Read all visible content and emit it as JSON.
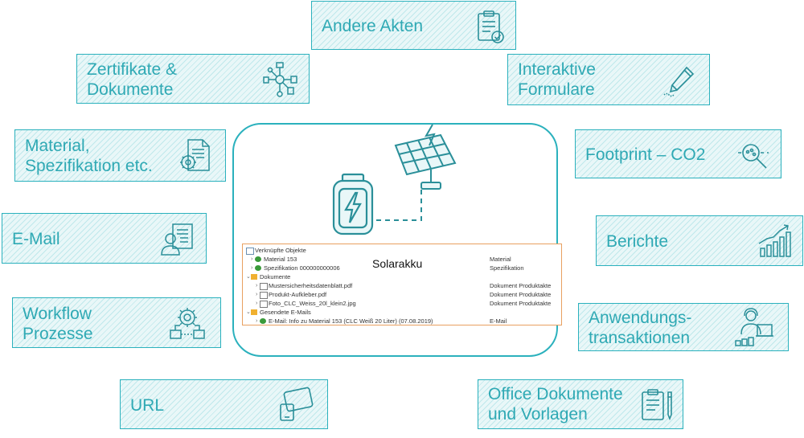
{
  "boxes": {
    "andere_akten": "Andere Akten",
    "zertifikate": "Zertifikate &\nDokumente",
    "interaktive": "Interaktive\nFormulare",
    "material": "Material,\nSpezifikation etc.",
    "footprint": "Footprint – CO2",
    "email": "E-Mail",
    "berichte": "Berichte",
    "workflow": "Workflow\nProzesse",
    "anwendung": "Anwendungs-\ntransaktionen",
    "url": "URL",
    "office": "Office Dokumente\nund Vorlagen"
  },
  "center": {
    "title": "Solarakku",
    "rows": [
      {
        "name": "Verknüpfte Objekte",
        "type": ""
      },
      {
        "name": "Material 153",
        "type": "Material"
      },
      {
        "name": "Spezifikation 000000000006",
        "type": "Spezifikation"
      },
      {
        "name": "Dokumente",
        "type": ""
      },
      {
        "name": "Mustersicherheitsdatenblatt.pdf",
        "type": "Dokument Produktakte"
      },
      {
        "name": "Produkt-Aufkleber.pdf",
        "type": "Dokument Produktakte"
      },
      {
        "name": "Foto_CLC_Weiss_20l_klein2.jpg",
        "type": "Dokument Produktakte"
      },
      {
        "name": "Gesendete E-Mails",
        "type": ""
      },
      {
        "name": "E-Mail: Info zu Material 153 (CLC Weiß 20 Liter) (07.08.2019)",
        "type": "E-Mail"
      }
    ]
  },
  "colors": {
    "accent": "#2bb1bd",
    "table_border": "#e8a060"
  },
  "icons": [
    "clipboard-check-icon",
    "network-docs-icon",
    "pen-icon",
    "doc-gear-icon",
    "magnifier-icon",
    "person-doc-icon",
    "bar-chart-icon",
    "workflow-gear-icon",
    "worker-desk-icon",
    "tablet-icon",
    "clipboard-pen-icon",
    "battery-icon",
    "solar-panel-icon"
  ]
}
